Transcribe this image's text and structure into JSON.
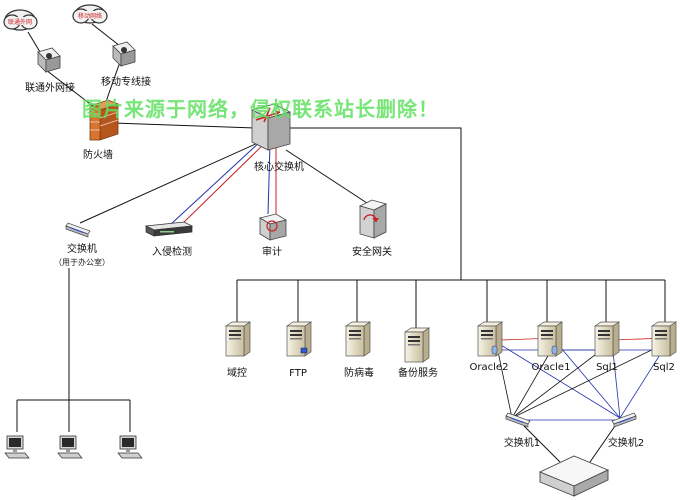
{
  "watermark": "图片来源于网络，侵权联系站长删除！",
  "nodes": {
    "cloud_unicom": "联通外网",
    "cloud_mobile": "移动网络",
    "unicom_link": "联通外网接",
    "mobile_link": "移动专线接",
    "firewall": "防火墙",
    "core_switch": "核心交换机",
    "office_switch": "交换机",
    "office_switch_note": "（用于办公室）",
    "ids": "入侵检测",
    "audit": "审计",
    "security_gateway": "安全网关",
    "domain_controller": "域控",
    "ftp": "FTP",
    "antivirus": "防病毒",
    "backup": "备份服务",
    "oracle2": "Oracle2",
    "oracle1": "Oracle1",
    "sql1": "Sql1",
    "sql2": "Sql2",
    "switch1": "交换机1",
    "switch2": "交换机2"
  },
  "colors": {
    "link": "#111111",
    "red_link": "#cc2222",
    "blue_link": "#2233aa",
    "firewall_brick": "#d9752f",
    "cloud": "#f2f2f2",
    "server_body": "#e9e2cf"
  },
  "icons": [
    "cloud-icon",
    "router-icon",
    "firewall-icon",
    "core-switch-icon",
    "switch-icon",
    "ids-appliance-icon",
    "audit-icon",
    "gateway-icon",
    "server-icon",
    "pc-icon",
    "storage-icon"
  ]
}
